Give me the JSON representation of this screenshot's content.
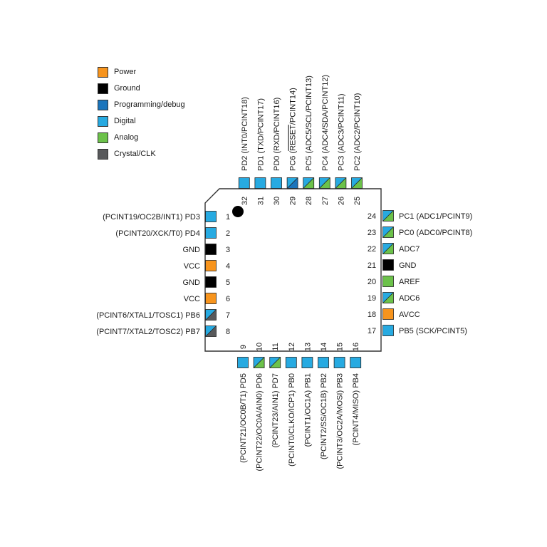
{
  "colors": {
    "power": "#f7941d",
    "ground": "#000000",
    "programming": "#1b75bc",
    "digital": "#27aae1",
    "analog": "#6cc24a",
    "crystal": "#58595b",
    "chip_border": "#333333"
  },
  "legend": [
    {
      "key": "power",
      "label": "Power"
    },
    {
      "key": "ground",
      "label": "Ground"
    },
    {
      "key": "programming",
      "label": "Programming/debug"
    },
    {
      "key": "digital",
      "label": "Digital"
    },
    {
      "key": "analog",
      "label": "Analog"
    },
    {
      "key": "crystal",
      "label": "Crystal/CLK"
    }
  ],
  "pins": {
    "left": [
      {
        "num": "1",
        "name": "(PCINT19/OC2B/INT1) PD3",
        "type": "digital"
      },
      {
        "num": "2",
        "name": "(PCINT20/XCK/T0) PD4",
        "type": "digital"
      },
      {
        "num": "3",
        "name": "GND",
        "type": "ground"
      },
      {
        "num": "4",
        "name": "VCC",
        "type": "power"
      },
      {
        "num": "5",
        "name": "GND",
        "type": "ground"
      },
      {
        "num": "6",
        "name": "VCC",
        "type": "power"
      },
      {
        "num": "7",
        "name": "(PCINT6/XTAL1/TOSC1) PB6",
        "type": "digital+crystal"
      },
      {
        "num": "8",
        "name": "(PCINT7/XTAL2/TOSC2) PB7",
        "type": "digital+crystal"
      }
    ],
    "bottom": [
      {
        "num": "9",
        "name": "(PCINT21/OC0B/T1) PD5",
        "type": "digital"
      },
      {
        "num": "10",
        "name": "(PCINT22/OC0A/AIN0) PD6",
        "type": "digital+analog"
      },
      {
        "num": "11",
        "name": "(PCINT23/AIN1) PD7",
        "type": "digital+analog"
      },
      {
        "num": "12",
        "name": "(PCINT0/CLKO/ICP1) PB0",
        "type": "digital"
      },
      {
        "num": "13",
        "name": "(PCINT1/OC1A) PB1",
        "type": "digital"
      },
      {
        "num": "14",
        "name": "(PCINT2/SS/OC1B) PB2",
        "type": "digital"
      },
      {
        "num": "15",
        "name": "(PCINT3/OC2A/MOSI) PB3",
        "type": "digital"
      },
      {
        "num": "16",
        "name": "(PCINT4/MISO) PB4",
        "type": "digital"
      }
    ],
    "right": [
      {
        "num": "17",
        "name": "PB5 (SCK/PCINT5)",
        "type": "digital"
      },
      {
        "num": "18",
        "name": "AVCC",
        "type": "power"
      },
      {
        "num": "19",
        "name": "ADC6",
        "type": "digital+analog"
      },
      {
        "num": "20",
        "name": "AREF",
        "type": "analog"
      },
      {
        "num": "21",
        "name": "GND",
        "type": "ground"
      },
      {
        "num": "22",
        "name": "ADC7",
        "type": "digital+analog"
      },
      {
        "num": "23",
        "name": "PC0 (ADC0/PCINT8)",
        "type": "digital+analog"
      },
      {
        "num": "24",
        "name": "PC1 (ADC1/PCINT9)",
        "type": "digital+analog"
      }
    ],
    "top": [
      {
        "num": "25",
        "name": "PC2 (ADC2/PCINT10)",
        "type": "digital+analog"
      },
      {
        "num": "26",
        "name": "PC3 (ADC3/PCINT11)",
        "type": "digital+analog"
      },
      {
        "num": "27",
        "name": "PC4 (ADC4/SDA/PCINT12)",
        "type": "digital+analog"
      },
      {
        "num": "28",
        "name": "PC5 (ADC5/SCL/PCINT13)",
        "type": "digital+analog"
      },
      {
        "num": "29",
        "name": "PC6 (RESET/PCINT14)",
        "type": "digital+programming"
      },
      {
        "num": "30",
        "name": "PD0 (RXD/PCINT16)",
        "type": "digital"
      },
      {
        "num": "31",
        "name": "PD1 (TXD/PCINT17)",
        "type": "digital"
      },
      {
        "num": "32",
        "name": "PD2 (INT0/PCINT18)",
        "type": "digital"
      }
    ]
  }
}
